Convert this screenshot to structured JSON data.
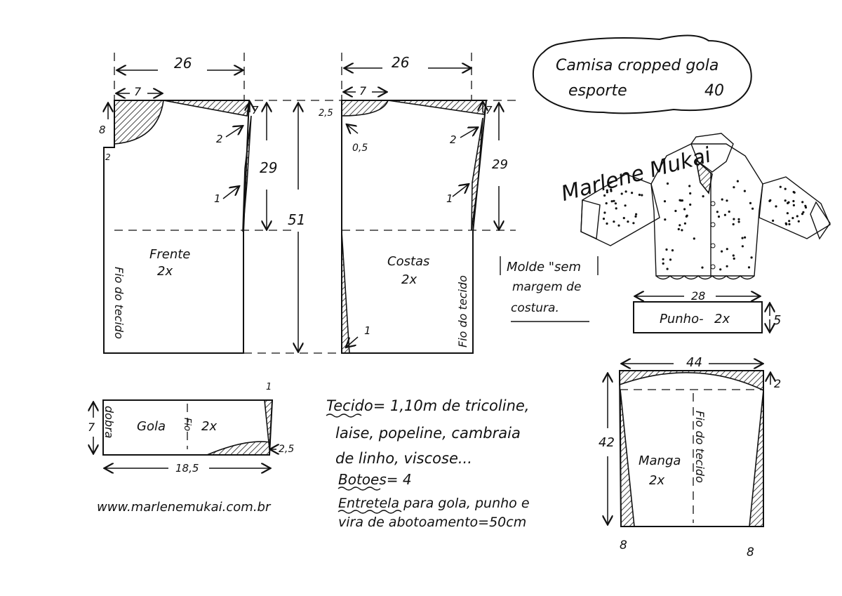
{
  "title": {
    "line1": "Camisa cropped gola",
    "line2": "esporte",
    "size": "40"
  },
  "signature": "Marlene Mukai",
  "website": "www.marlenemukai.com.br",
  "note": {
    "line1": "Molde \"sem",
    "line2": "margem de",
    "line3": "costura."
  },
  "front": {
    "label": "Frente",
    "qty": "2x",
    "grain": "Fio do tecido",
    "width": "26",
    "neck_width": "7",
    "neck_depth": "8",
    "side_offset": "2",
    "shoulder_drop": "7",
    "armhole_depth": "29",
    "dart_in": "1",
    "armhole_in": "2",
    "length": "51"
  },
  "back": {
    "label": "Costas",
    "qty": "2x",
    "grain": "Fio do tecido",
    "width": "26",
    "neck_width": "7",
    "neck_depth": "2,5",
    "neck_offset": "0,5",
    "shoulder_drop": "7",
    "armhole_depth": "29",
    "armhole_in": "2",
    "dart_in": "1",
    "hem_in": "1"
  },
  "collar": {
    "label": "Gola",
    "grain": "Fio",
    "qty": "2x",
    "fold": "dobra",
    "height": "7",
    "length": "18,5",
    "end_in": "1",
    "point": "2,5"
  },
  "cuff": {
    "label": "Punho-",
    "qty": "2x",
    "length": "28",
    "height": "5"
  },
  "sleeve": {
    "label": "Manga",
    "qty": "2x",
    "grain": "Fio do tecido",
    "width": "44",
    "cap": "2",
    "length": "42",
    "hem_left": "8",
    "hem_right": "8"
  },
  "materials": {
    "fabric_label": "Tecido",
    "fabric_line1": "= 1,10m de tricoline,",
    "fabric_line2": "laise, popeline, cambraia",
    "fabric_line3": "de linho, viscose...",
    "buttons_label": "Botoes",
    "buttons_value": "= 4",
    "interfacing_label": "Entretela",
    "interfacing_line1": " para gola, punho e",
    "interfacing_line2": "vira de abotoamento=50cm"
  }
}
